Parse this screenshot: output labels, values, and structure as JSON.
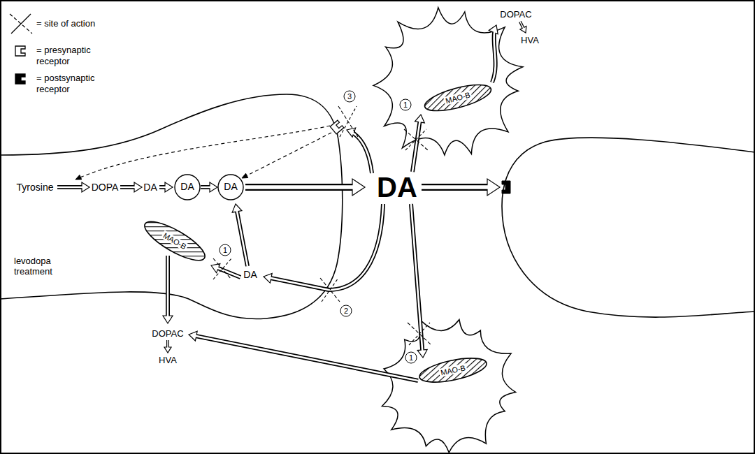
{
  "diagram": {
    "nodes": [
      {
        "text": [
          "MAO-B"
        ]
      },
      {
        "text": [
          "DA"
        ]
      },
      {
        "text": [
          "DA"
        ]
      },
      {
        "text": [
          "MAO-B"
        ]
      },
      {
        "text": [
          "MAO-B"
        ]
      }
    ],
    "edges": [
      {
        "from": 1,
        "to": 2,
        "arrow": "to"
      }
    ],
    "labels": [
      "DOPAC",
      "HVA",
      "1",
      "3",
      "Tyrosine",
      "DOPA",
      "DA",
      "DA",
      "1",
      "DA",
      "2",
      "levodopa treatment",
      "DOPAC",
      "HVA",
      "1"
    ],
    "legend": [
      {
        "text": "= site of action"
      },
      {
        "text": "= presynaptic receptor"
      },
      {
        "text": "= postsynaptic receptor"
      }
    ]
  }
}
